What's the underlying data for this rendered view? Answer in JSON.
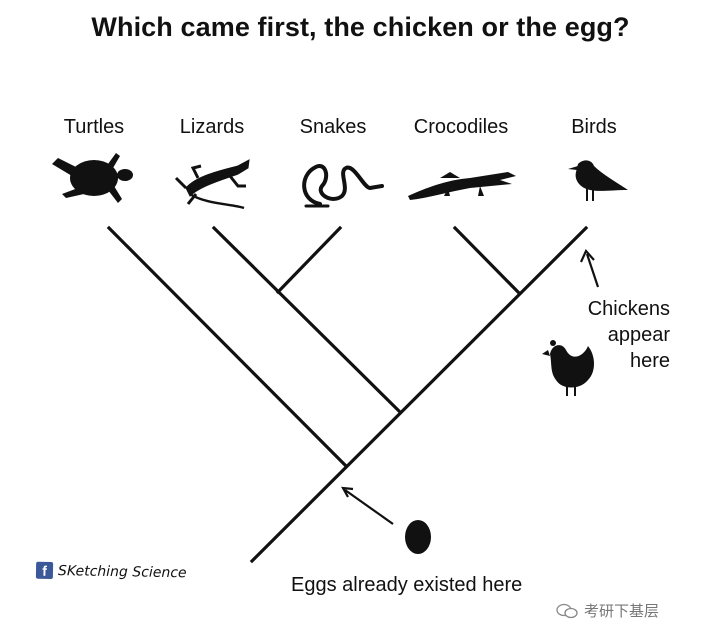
{
  "title": "Which came first, the chicken or the egg?",
  "taxa": [
    "Turtles",
    "Lizards",
    "Snakes",
    "Crocodiles",
    "Birds"
  ],
  "annotations": {
    "chickens": [
      "Chickens",
      "appear",
      "here"
    ],
    "eggs": "Eggs already existed here"
  },
  "credit": {
    "icon": "f",
    "text": "SKetching Science"
  },
  "watermark": "考研下基层"
}
